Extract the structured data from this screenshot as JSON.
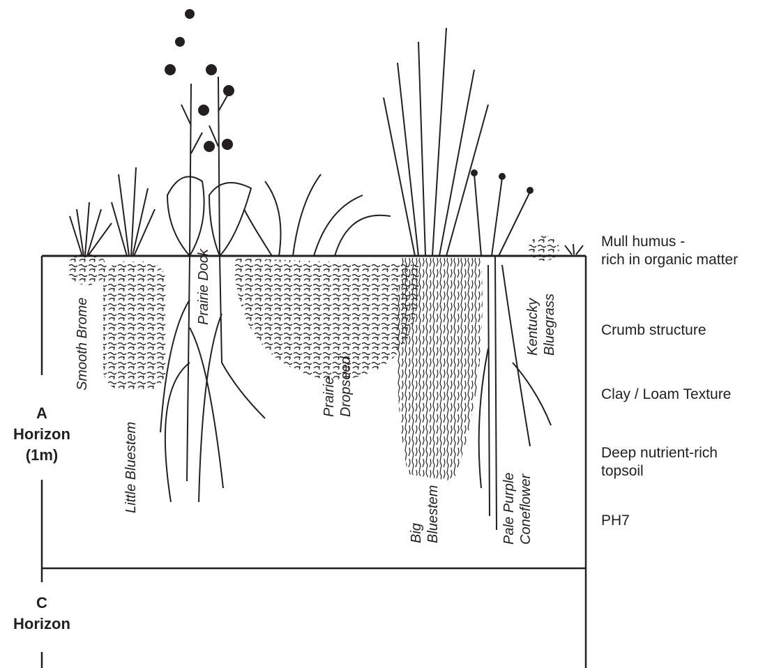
{
  "horizons": {
    "a_line1": "A",
    "a_line2": "Horizon",
    "a_line3": "(1m)",
    "c_line1": "C",
    "c_line2": "Horizon"
  },
  "soil_properties": {
    "mull_line1": "Mull humus -",
    "mull_line2": "rich in organic matter",
    "crumb": "Crumb structure",
    "texture": "Clay / Loam Texture",
    "deep_line1": "Deep nutrient-rich",
    "deep_line2": "topsoil",
    "ph": "PH7"
  },
  "plants": {
    "smooth_brome": "Smooth Brome",
    "little_bluestem": "Little Bluestem",
    "prairie_dock": "Prairie Dock",
    "prairie_dropseed_line1": "Prairie",
    "prairie_dropseed_line2": "Dropseed",
    "big_bluestem_line1": "Big",
    "big_bluestem_line2": "Bluestem",
    "pale_purple_line1": "Pale Purple",
    "pale_purple_line2": "Coneflower",
    "kentucky_line1": "Kentucky",
    "kentucky_line2": "Bluegrass"
  },
  "colors": {
    "ink": "#231f20",
    "background": "#ffffff"
  }
}
